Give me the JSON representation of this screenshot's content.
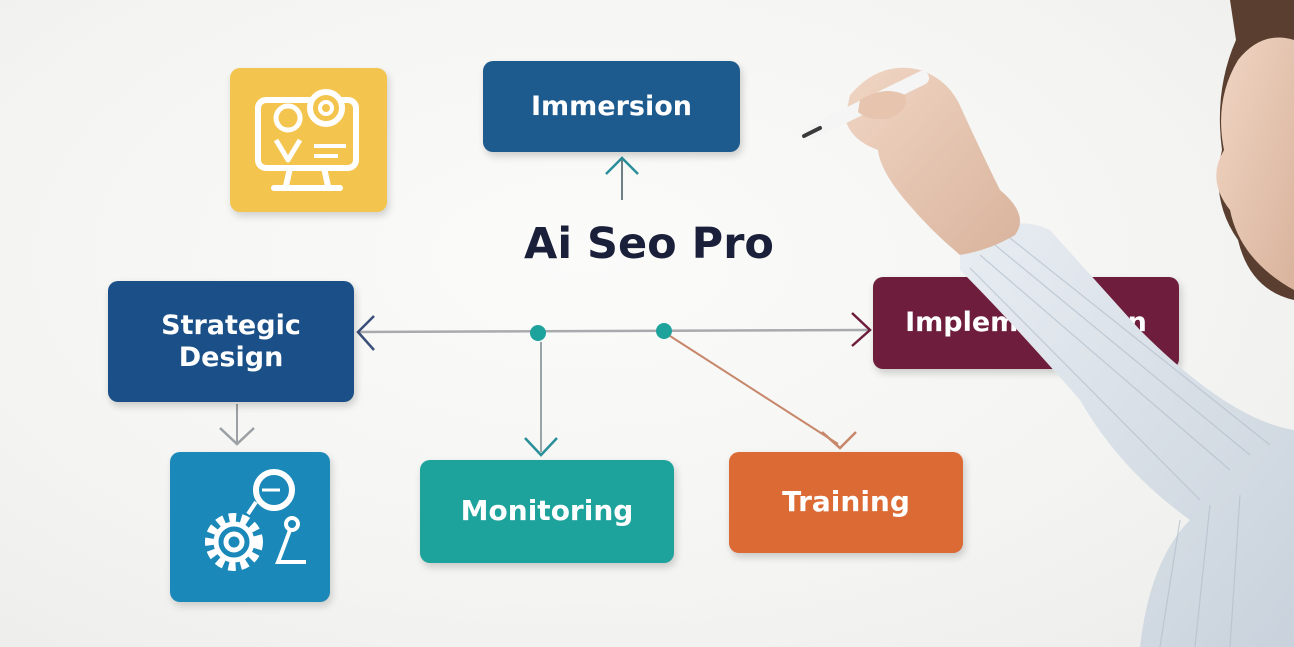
{
  "title": "Ai Seo Pro",
  "boxes": {
    "immersion": "Immersion",
    "strategic_line1": "Strategic",
    "strategic_line2": "Design",
    "implementation": "Implementation",
    "monitoring": "Monitoring",
    "training": "Training"
  },
  "icons": {
    "monitor_card": "monitor-location-icon",
    "gears_card": "gears-settings-icon"
  },
  "colors": {
    "immersion": "#1d5b8f",
    "strategic_design": "#1b4f87",
    "implementation": "#6e1e3c",
    "monitoring": "#1ea39c",
    "training": "#db6a34",
    "monitor_card": "#f3c54f",
    "gears_card": "#1a88b8",
    "title_text": "#1a1f3a"
  }
}
